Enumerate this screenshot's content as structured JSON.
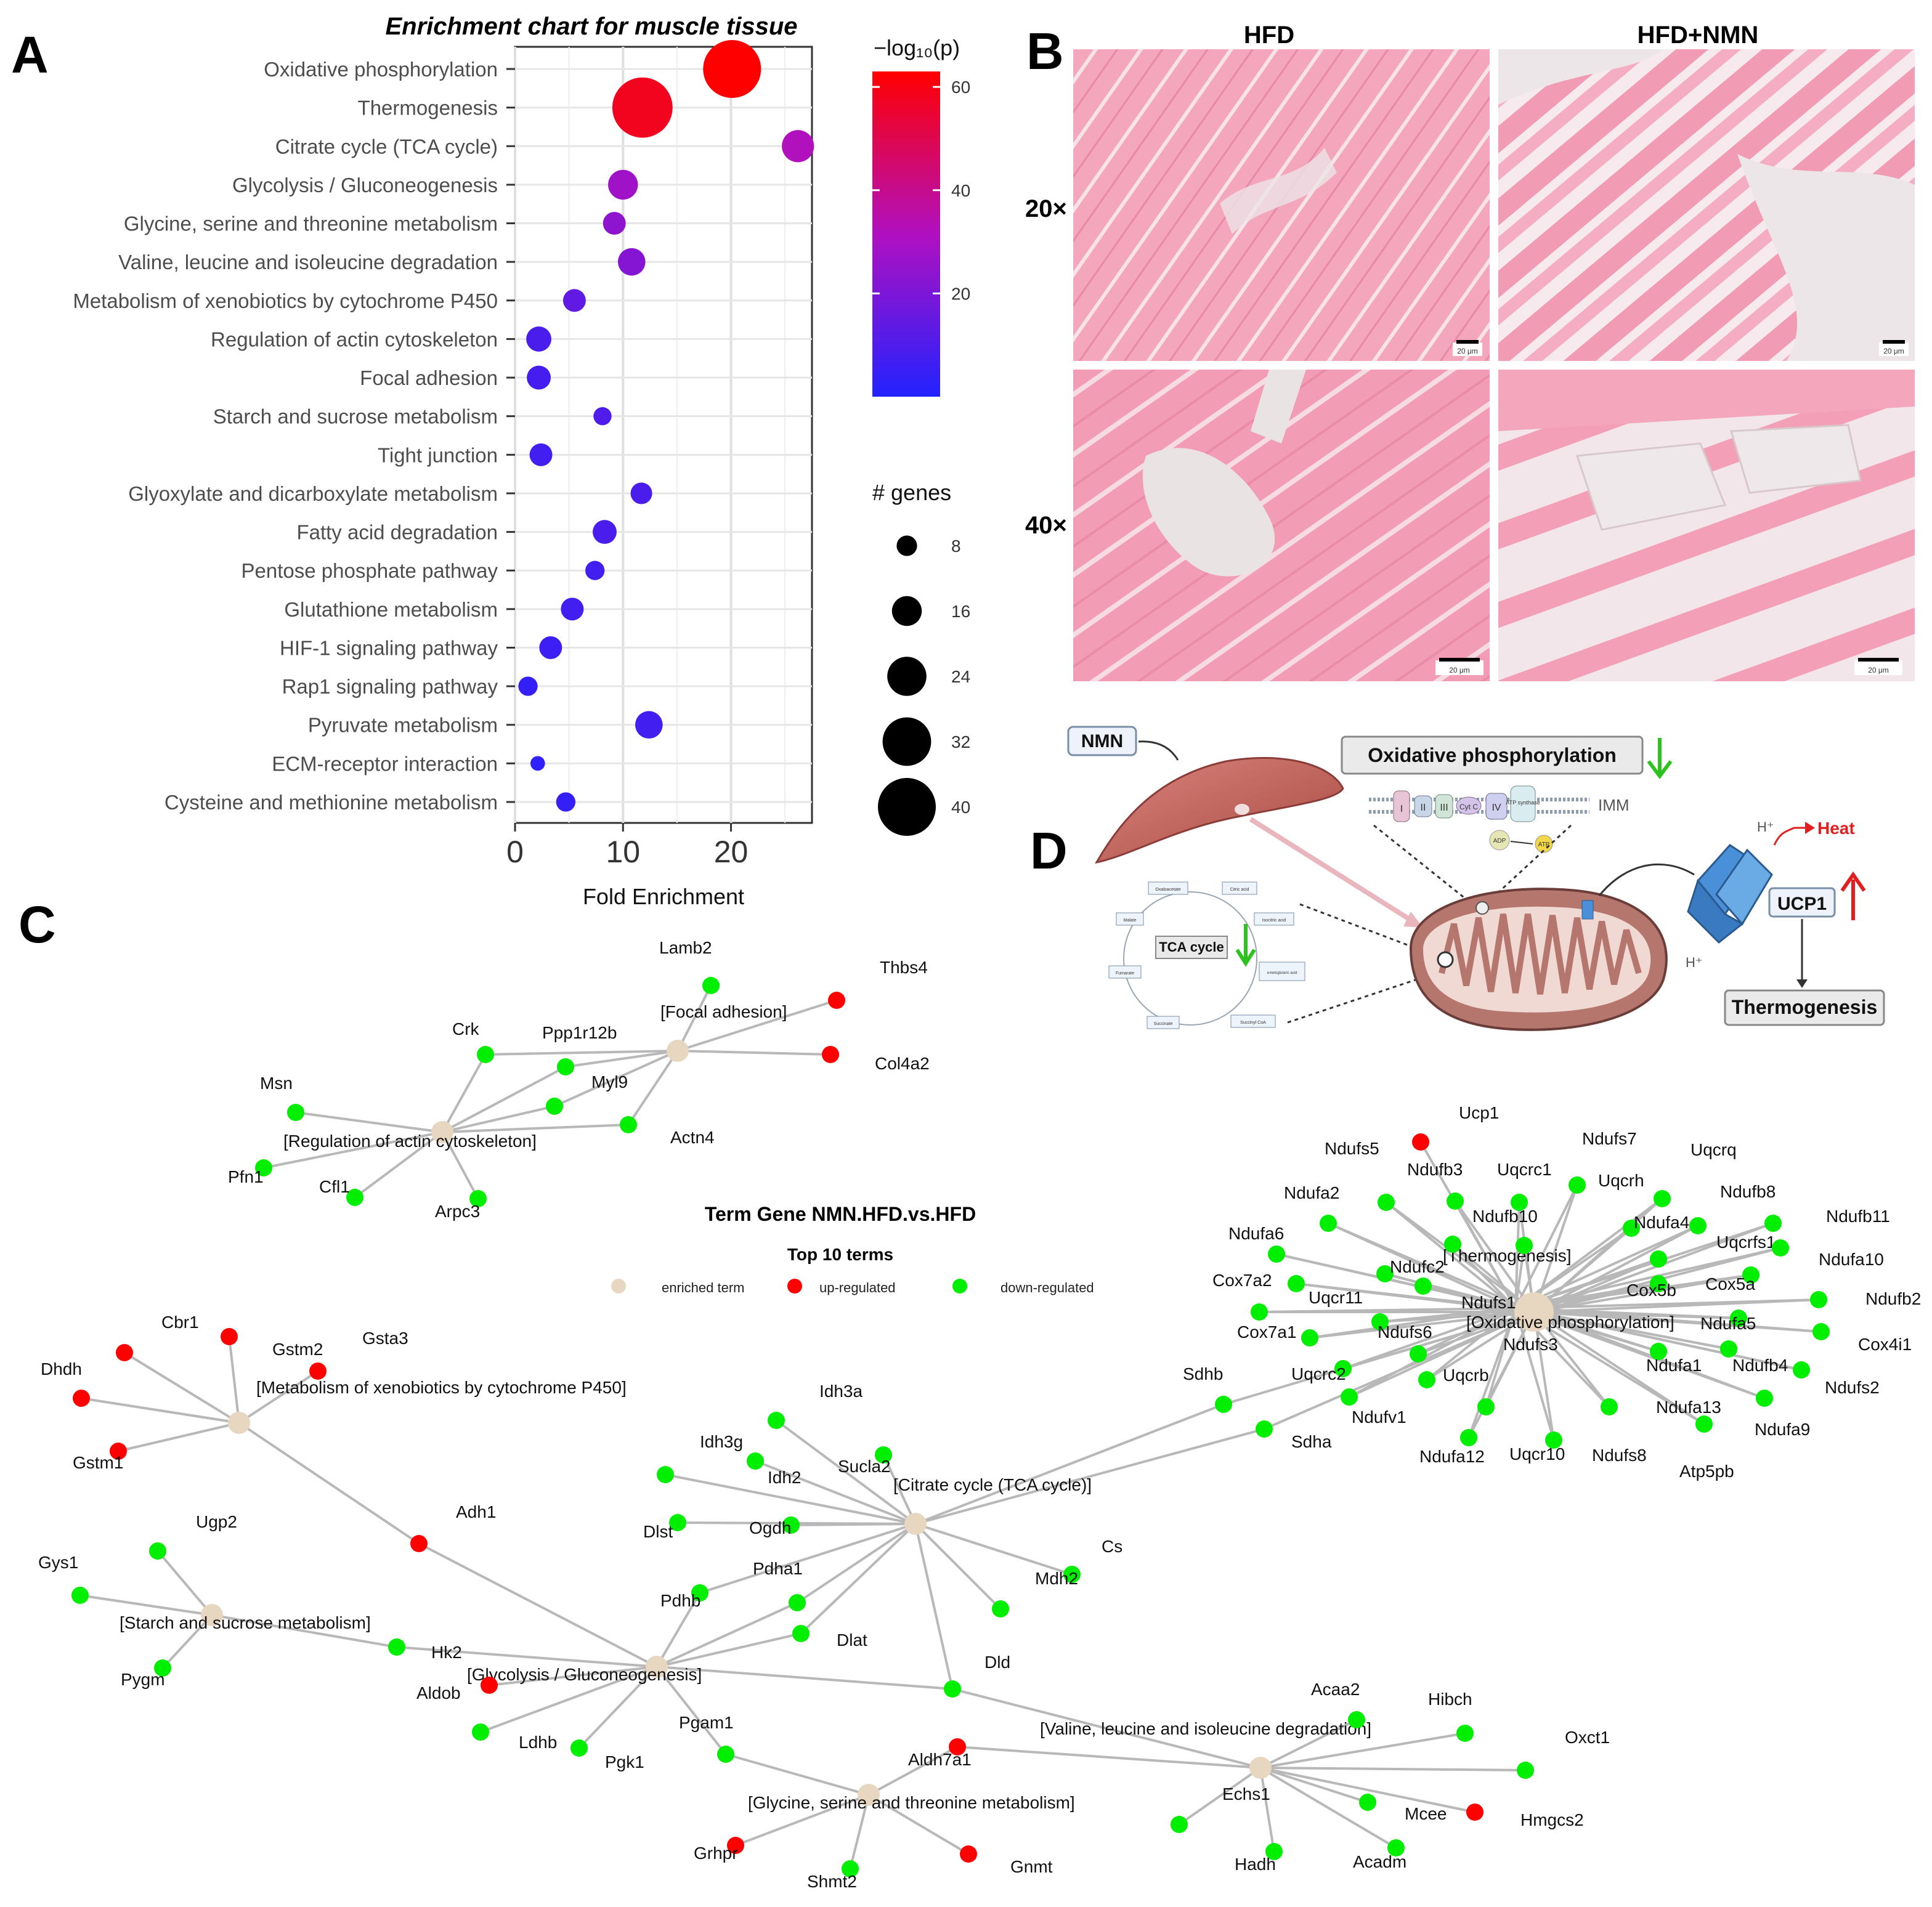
{
  "panels": {
    "a": "A",
    "b": "B",
    "c": "C",
    "d": "D"
  },
  "chart_data": {
    "type": "scatter",
    "title": "Enrichment chart for muscle tissue",
    "xlabel": "Fold Enrichment",
    "ylabel": "",
    "xlim": [
      0,
      27.5
    ],
    "xticks": [
      0,
      10,
      20
    ],
    "grid": true,
    "color_legend": {
      "title": "−log₁₀(p)",
      "ticks": [
        20,
        40,
        60
      ],
      "range": [
        0,
        63
      ],
      "low_color": "#2222ff",
      "high_color": "#ff0000"
    },
    "size_legend": {
      "title": "# genes",
      "values": [
        8,
        16,
        24,
        32,
        40
      ]
    },
    "points": [
      {
        "term": "Oxidative phosphorylation",
        "fold": 20.1,
        "log10p": 63,
        "genes": 40
      },
      {
        "term": "Thermogenesis",
        "fold": 11.8,
        "log10p": 58,
        "genes": 42
      },
      {
        "term": "Citrate cycle (TCA cycle)",
        "fold": 26.2,
        "log10p": 32,
        "genes": 18
      },
      {
        "term": "Glycolysis / Gluconeogenesis",
        "fold": 10.0,
        "log10p": 28,
        "genes": 16
      },
      {
        "term": "Glycine, serine and threonine metabolism",
        "fold": 9.2,
        "log10p": 24,
        "genes": 10
      },
      {
        "term": "Valine, leucine and isoleucine degradation",
        "fold": 10.8,
        "log10p": 22,
        "genes": 14
      },
      {
        "term": "Metabolism of xenobiotics by cytochrome P450",
        "fold": 5.5,
        "log10p": 14,
        "genes": 10
      },
      {
        "term": "Regulation of actin cytoskeleton",
        "fold": 2.2,
        "log10p": 9,
        "genes": 12
      },
      {
        "term": "Focal adhesion",
        "fold": 2.2,
        "log10p": 8,
        "genes": 11
      },
      {
        "term": "Starch and sucrose metabolism",
        "fold": 8.1,
        "log10p": 10,
        "genes": 6
      },
      {
        "term": "Tight junction",
        "fold": 2.4,
        "log10p": 7,
        "genes": 10
      },
      {
        "term": "Glyoxylate and dicarboxylate metabolism",
        "fold": 11.7,
        "log10p": 9,
        "genes": 9
      },
      {
        "term": "Fatty acid degradation",
        "fold": 8.3,
        "log10p": 9,
        "genes": 11
      },
      {
        "term": "Pentose phosphate pathway",
        "fold": 7.4,
        "log10p": 7,
        "genes": 7
      },
      {
        "term": "Glutathione metabolism",
        "fold": 5.3,
        "log10p": 7,
        "genes": 10
      },
      {
        "term": "HIF-1 signaling pathway",
        "fold": 3.3,
        "log10p": 6,
        "genes": 10
      },
      {
        "term": "Rap1 signaling pathway",
        "fold": 1.2,
        "log10p": 4,
        "genes": 7
      },
      {
        "term": "Pyruvate metabolism",
        "fold": 12.4,
        "log10p": 7,
        "genes": 14
      },
      {
        "term": "ECM-receptor interaction",
        "fold": 2.1,
        "log10p": 3,
        "genes": 3
      },
      {
        "term": "Cysteine and methionine metabolism",
        "fold": 4.7,
        "log10p": 4,
        "genes": 7
      }
    ]
  },
  "histology": {
    "col_labels": [
      "HFD",
      "HFD+NMN"
    ],
    "row_labels": [
      "20×",
      "40×"
    ],
    "scale_bar": "20 μm"
  },
  "network": {
    "title": "Term Gene  NMN.HFD.vs.HFD",
    "subtitle": "Top 10 terms",
    "legend": [
      "enriched term",
      "up-regulated",
      "down-regulated"
    ],
    "colors": {
      "term": "#e8d7c0",
      "up": "#ff0000",
      "down": "#00ee00",
      "edge": "#b8b8b8"
    },
    "terms": {
      "focal": {
        "label": "[Focal adhesion]",
        "tx": 1072,
        "ty": 1652
      },
      "actin": {
        "label": "[Regulation of actin cytoskeleton]",
        "tx": 460,
        "ty": 1862
      },
      "xeno": {
        "label": "[Metabolism of xenobiotics by cytochrome P450]",
        "tx": 416,
        "ty": 2262
      },
      "tca": {
        "label": "[Citrate cycle (TCA cycle)]",
        "tx": 1450,
        "ty": 2420
      },
      "starch": {
        "label": "[Starch and sucrose metabolism]",
        "tx": 194,
        "ty": 2644
      },
      "glyco": {
        "label": "[Glycolysis / Gluconeogenesis]",
        "tx": 758,
        "ty": 2728
      },
      "gly": {
        "label": "[Glycine, serine and threonine metabolism]",
        "tx": 1214,
        "ty": 2936
      },
      "val": {
        "label": "[Valine, leucine and isoleucine degradation]",
        "tx": 1688,
        "ty": 2816
      },
      "thermo": {
        "label": "[Thermogenesis]",
        "tx": 2342,
        "ty": 2048
      },
      "oxphos": {
        "label": "[Oxidative phosphorylation]",
        "tx": 2380,
        "ty": 2156
      }
    },
    "genes": [
      {
        "name": "Lamb2",
        "t": "d",
        "e": [
          "focal"
        ]
      },
      {
        "name": "Thbs4",
        "t": "u",
        "e": [
          "focal"
        ]
      },
      {
        "name": "Col4a2",
        "t": "u",
        "e": [
          "focal"
        ]
      },
      {
        "name": "Crk",
        "t": "d",
        "e": [
          "focal",
          "actin"
        ]
      },
      {
        "name": "Ppp1r12b",
        "t": "d",
        "e": [
          "focal",
          "actin"
        ]
      },
      {
        "name": "Myl9",
        "t": "d",
        "e": [
          "focal",
          "actin"
        ]
      },
      {
        "name": "Actn4",
        "t": "d",
        "e": [
          "focal",
          "actin"
        ]
      },
      {
        "name": "Msn",
        "t": "d",
        "e": [
          "actin"
        ]
      },
      {
        "name": "Pfn1",
        "t": "d",
        "e": [
          "actin"
        ]
      },
      {
        "name": "Cfl1",
        "t": "d",
        "e": [
          "actin"
        ]
      },
      {
        "name": "Arpc3",
        "t": "d",
        "e": [
          "actin"
        ]
      },
      {
        "name": "Cbr1",
        "t": "u",
        "e": [
          "xeno"
        ]
      },
      {
        "name": "Gstm2",
        "t": "u",
        "e": [
          "xeno"
        ]
      },
      {
        "name": "Gsta3",
        "t": "u",
        "e": [
          "xeno"
        ]
      },
      {
        "name": "Dhdh",
        "t": "u",
        "e": [
          "xeno"
        ]
      },
      {
        "name": "Gstm1",
        "t": "u",
        "e": [
          "xeno"
        ]
      },
      {
        "name": "Adh1",
        "t": "u",
        "e": [
          "xeno",
          "glyco"
        ]
      },
      {
        "name": "Ugp2",
        "t": "d",
        "e": [
          "starch"
        ]
      },
      {
        "name": "Gys1",
        "t": "d",
        "e": [
          "starch"
        ]
      },
      {
        "name": "Pygm",
        "t": "d",
        "e": [
          "starch"
        ]
      },
      {
        "name": "Hk2",
        "t": "d",
        "e": [
          "starch",
          "glyco"
        ]
      },
      {
        "name": "Aldob",
        "t": "u",
        "e": [
          "glyco"
        ]
      },
      {
        "name": "Ldhb",
        "t": "d",
        "e": [
          "glyco"
        ]
      },
      {
        "name": "Pgk1",
        "t": "d",
        "e": [
          "glyco"
        ]
      },
      {
        "name": "Pgam1",
        "t": "d",
        "e": [
          "glyco",
          "gly"
        ]
      },
      {
        "name": "Pdhb",
        "t": "d",
        "e": [
          "glyco",
          "tca"
        ]
      },
      {
        "name": "Pdha1",
        "t": "d",
        "e": [
          "glyco",
          "tca"
        ]
      },
      {
        "name": "Dlat",
        "t": "d",
        "e": [
          "glyco",
          "tca"
        ]
      },
      {
        "name": "Dld",
        "t": "d",
        "e": [
          "glyco",
          "tca",
          "val"
        ]
      },
      {
        "name": "Idh3a",
        "t": "d",
        "e": [
          "tca"
        ]
      },
      {
        "name": "Idh3g",
        "t": "d",
        "e": [
          "tca"
        ]
      },
      {
        "name": "Idh2",
        "t": "d",
        "e": [
          "tca"
        ]
      },
      {
        "name": "Sucla2",
        "t": "d",
        "e": [
          "tca"
        ]
      },
      {
        "name": "Dlst",
        "t": "d",
        "e": [
          "tca"
        ]
      },
      {
        "name": "Ogdh",
        "t": "d",
        "e": [
          "tca"
        ]
      },
      {
        "name": "Cs",
        "t": "d",
        "e": [
          "tca"
        ]
      },
      {
        "name": "Mdh2",
        "t": "d",
        "e": [
          "tca"
        ]
      },
      {
        "name": "Sdhb",
        "t": "d",
        "e": [
          "tca",
          "oxphos"
        ]
      },
      {
        "name": "Sdha",
        "t": "d",
        "e": [
          "tca",
          "oxphos"
        ]
      },
      {
        "name": "Aldh7a1",
        "t": "u",
        "e": [
          "gly",
          "val"
        ]
      },
      {
        "name": "Grhpr",
        "t": "u",
        "e": [
          "gly"
        ]
      },
      {
        "name": "Shmt2",
        "t": "d",
        "e": [
          "gly"
        ]
      },
      {
        "name": "Gnmt",
        "t": "u",
        "e": [
          "gly"
        ]
      },
      {
        "name": "Acaa2",
        "t": "d",
        "e": [
          "val"
        ]
      },
      {
        "name": "Hibch",
        "t": "d",
        "e": [
          "val"
        ]
      },
      {
        "name": "Oxct1",
        "t": "d",
        "e": [
          "val"
        ]
      },
      {
        "name": "Echs1",
        "t": "d",
        "e": [
          "val"
        ]
      },
      {
        "name": "Mcee",
        "t": "d",
        "e": [
          "val"
        ]
      },
      {
        "name": "Hmgcs2",
        "t": "u",
        "e": [
          "val"
        ]
      },
      {
        "name": "Hadh",
        "t": "d",
        "e": [
          "val"
        ]
      },
      {
        "name": "Acadm",
        "t": "d",
        "e": [
          "val"
        ]
      },
      {
        "name": "Ucp1",
        "t": "u",
        "e": [
          "thermo"
        ]
      },
      {
        "name": "Ndufs5",
        "t": "d",
        "e": [
          "thermo",
          "oxphos"
        ]
      },
      {
        "name": "Ndufb3",
        "t": "d",
        "e": [
          "thermo",
          "oxphos"
        ]
      },
      {
        "name": "Uqcrc1",
        "t": "d",
        "e": [
          "thermo",
          "oxphos"
        ]
      },
      {
        "name": "Ndufs7",
        "t": "d",
        "e": [
          "thermo",
          "oxphos"
        ]
      },
      {
        "name": "Uqcrq",
        "t": "d",
        "e": [
          "thermo",
          "oxphos"
        ]
      },
      {
        "name": "Uqcrh",
        "t": "d",
        "e": [
          "thermo",
          "oxphos"
        ]
      },
      {
        "name": "Ndufb8",
        "t": "d",
        "e": [
          "thermo",
          "oxphos"
        ]
      },
      {
        "name": "Ndufa2",
        "t": "d",
        "e": [
          "thermo",
          "oxphos"
        ]
      },
      {
        "name": "Ndufb10",
        "t": "d",
        "e": [
          "thermo",
          "oxphos"
        ]
      },
      {
        "name": "Ndufa4",
        "t": "d",
        "e": [
          "thermo",
          "oxphos"
        ]
      },
      {
        "name": "Ndufb11",
        "t": "d",
        "e": [
          "thermo",
          "oxphos"
        ]
      },
      {
        "name": "Ndufa6",
        "t": "d",
        "e": [
          "thermo",
          "oxphos"
        ]
      },
      {
        "name": "Uqcrfs1",
        "t": "d",
        "e": [
          "thermo",
          "oxphos"
        ]
      },
      {
        "name": "Ndufa10",
        "t": "d",
        "e": [
          "thermo",
          "oxphos"
        ]
      },
      {
        "name": "Cox7a2",
        "t": "d",
        "e": [
          "thermo",
          "oxphos"
        ]
      },
      {
        "name": "Ndufc2",
        "t": "d",
        "e": [
          "thermo",
          "oxphos"
        ]
      },
      {
        "name": "Cox5b",
        "t": "d",
        "e": [
          "thermo",
          "oxphos"
        ]
      },
      {
        "name": "Cox5a",
        "t": "d",
        "e": [
          "thermo",
          "oxphos"
        ]
      },
      {
        "name": "Ndufb2",
        "t": "d",
        "e": [
          "thermo",
          "oxphos"
        ]
      },
      {
        "name": "Uqcr11",
        "t": "d",
        "e": [
          "thermo",
          "oxphos"
        ]
      },
      {
        "name": "Ndufs1",
        "t": "d",
        "e": [
          "thermo",
          "oxphos"
        ]
      },
      {
        "name": "Ndufa5",
        "t": "d",
        "e": [
          "thermo",
          "oxphos"
        ]
      },
      {
        "name": "Cox7a1",
        "t": "d",
        "e": [
          "thermo",
          "oxphos"
        ]
      },
      {
        "name": "Ndufs6",
        "t": "d",
        "e": [
          "thermo",
          "oxphos"
        ]
      },
      {
        "name": "Ndufs3",
        "t": "d",
        "e": [
          "thermo",
          "oxphos"
        ]
      },
      {
        "name": "Cox4i1",
        "t": "d",
        "e": [
          "thermo",
          "oxphos"
        ]
      },
      {
        "name": "Ndufa1",
        "t": "d",
        "e": [
          "thermo",
          "oxphos"
        ]
      },
      {
        "name": "Ndufb4",
        "t": "d",
        "e": [
          "thermo",
          "oxphos"
        ]
      },
      {
        "name": "Uqcrc2",
        "t": "d",
        "e": [
          "thermo",
          "oxphos"
        ]
      },
      {
        "name": "Uqcrb",
        "t": "d",
        "e": [
          "thermo",
          "oxphos"
        ]
      },
      {
        "name": "Ndufs2",
        "t": "d",
        "e": [
          "thermo",
          "oxphos"
        ]
      },
      {
        "name": "Ndufv1",
        "t": "d",
        "e": [
          "thermo",
          "oxphos"
        ]
      },
      {
        "name": "Ndufa13",
        "t": "d",
        "e": [
          "thermo",
          "oxphos"
        ]
      },
      {
        "name": "Ndufa9",
        "t": "d",
        "e": [
          "thermo",
          "oxphos"
        ]
      },
      {
        "name": "Ndufa12",
        "t": "d",
        "e": [
          "thermo",
          "oxphos"
        ]
      },
      {
        "name": "Uqcr10",
        "t": "d",
        "e": [
          "thermo",
          "oxphos"
        ]
      },
      {
        "name": "Ndufs8",
        "t": "d",
        "e": [
          "thermo",
          "oxphos"
        ]
      },
      {
        "name": "Atp5pb",
        "t": "d",
        "e": [
          "thermo",
          "oxphos"
        ]
      }
    ]
  },
  "diagram": {
    "nmn": "NMN",
    "oxphos": "Oxidative phosphorylation",
    "imm": "IMM",
    "heat": "Heat",
    "ucp1": "UCP1",
    "thermogenesis": "Thermogenesis",
    "tca_cycle": "TCA cycle",
    "h_plus_top": "H⁺",
    "h_plus_bottom": "H⁺",
    "complexes": [
      "I",
      "II",
      "III",
      "Cyt C",
      "IV",
      "ATP synthase"
    ],
    "adp": "ADP",
    "atp": "ATP",
    "tca_metabolites": [
      "Oxaloacetate",
      "Citric acid",
      "Isocitric acid",
      "α-ketoglutaric acid",
      "Succinyl CoA",
      "Succinate",
      "Fumarate",
      "Malate"
    ]
  }
}
